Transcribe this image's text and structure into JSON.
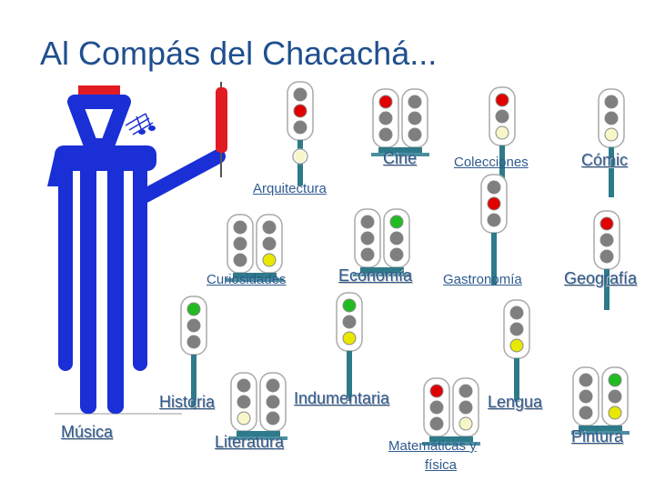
{
  "title": "Al Compás del Chacachá...",
  "colors": {
    "title": "#1f4f8f",
    "link": "#2f5a8e",
    "figure_blue": "#1a2fd6",
    "cap_red": "#e11b22",
    "signal_red": "#e00000",
    "signal_green": "#22bb22",
    "signal_yellow": "#e8e800",
    "signal_off": "#7f7f7f",
    "pole": "#2e7a8a"
  },
  "icons": [
    "railway-signal-icon",
    "conductor-figure",
    "flag-icon",
    "music-notes-icon"
  ],
  "links": {
    "cine": "Cine",
    "colecciones": "Colecciones",
    "comic": "Cómic",
    "arquitectura": "Arquitectura",
    "curiosidades": "Curiosidades",
    "economia": "Economía",
    "gastronomia": "Gastronomía",
    "geografia": "Geografía",
    "historia": "Historia",
    "indumentaria": "Indumentaria",
    "lengua": "Lengua",
    "musica": "Música",
    "literatura": "Literatura",
    "matematicas_line1": "Matemáticas y",
    "matematicas_line2": "física",
    "pintura": "Pintura"
  }
}
